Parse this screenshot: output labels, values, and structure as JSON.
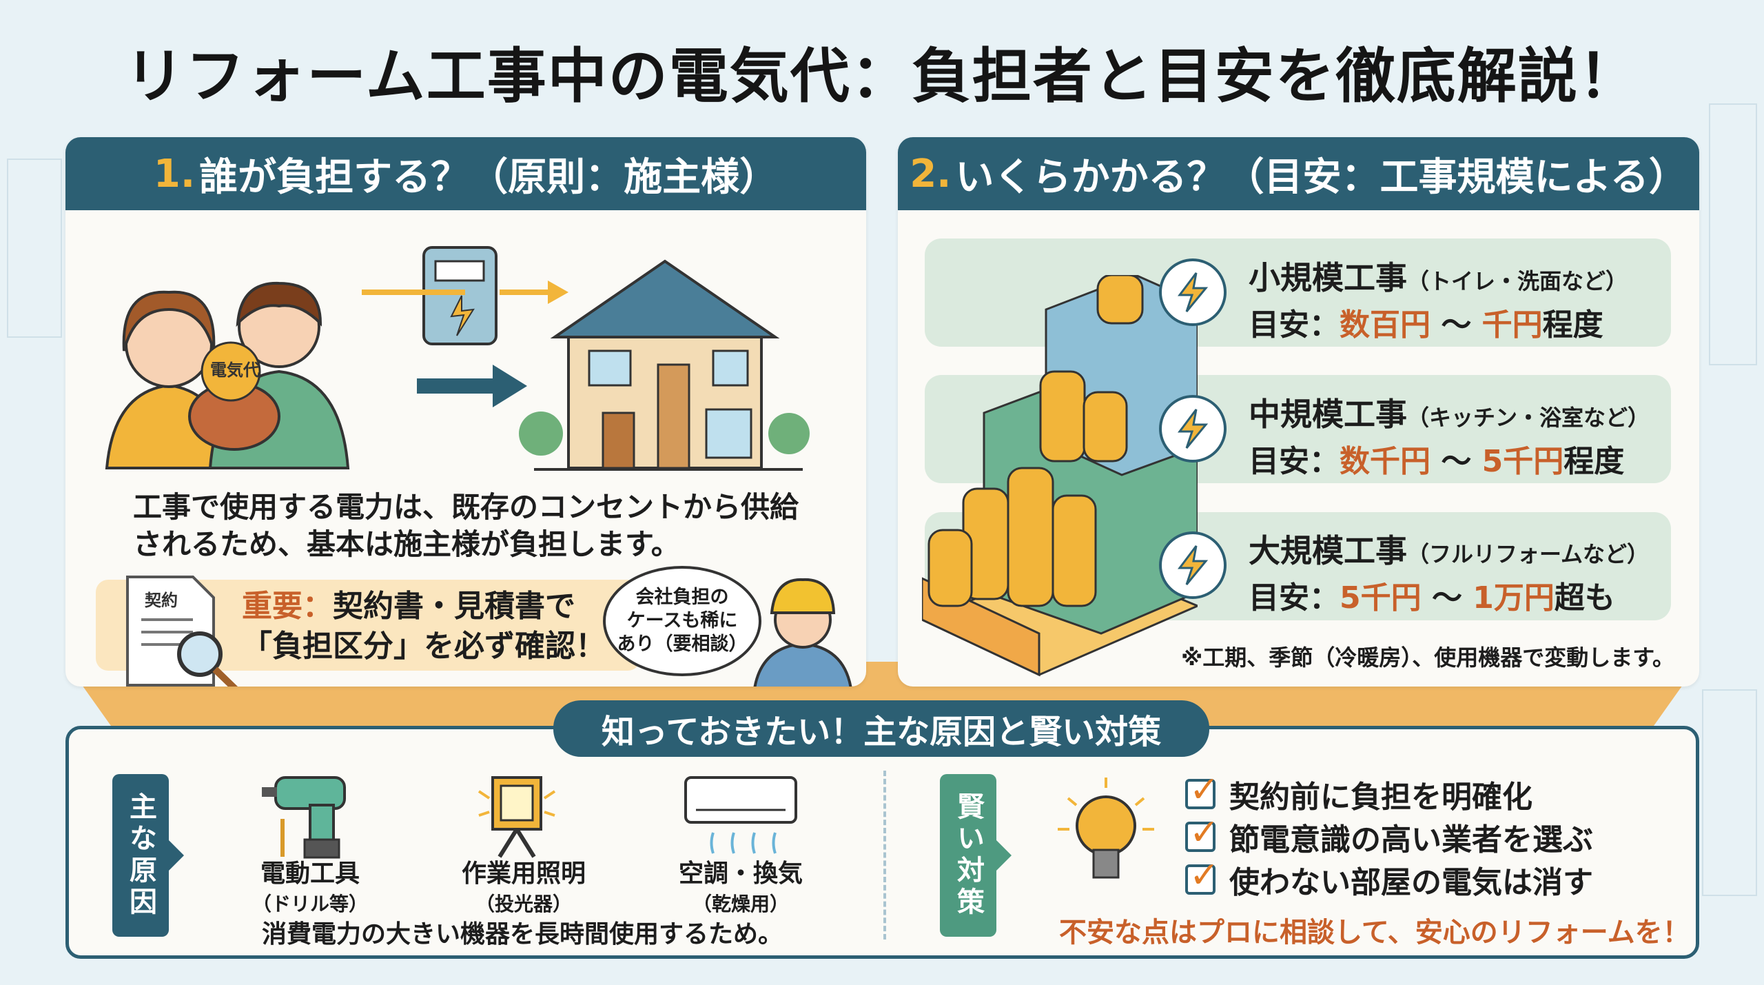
{
  "title": "リフォーム工事中の電気代：負担者と目安を徹底解説！",
  "left_panel": {
    "number": "1.",
    "heading": "誰が負担する？（原則：施主様）",
    "purse_label": "電気代",
    "body_lines": [
      "工事で使用する電力は、既存のコンセントから供給",
      "されるため、基本は施主様が負担します。"
    ],
    "document_label": "契約",
    "important_prefix": "重要：",
    "important_line1": "契約書・見積書で",
    "important_line2": "「負担区分」を必ず確認！",
    "bubble_lines": [
      "会社負担の",
      "ケースも稀に",
      "あり（要相談）"
    ]
  },
  "right_panel": {
    "number": "2.",
    "heading": "いくらかかる？（目安：工事規模による）",
    "rows": [
      {
        "title": "小規模工事",
        "example": "（トイレ・洗面など）",
        "prefix": "目安：",
        "a": "数百円",
        "sep": " ～ ",
        "b": "千円",
        "suffix": "程度"
      },
      {
        "title": "中規模工事",
        "example": "（キッチン・浴室など）",
        "prefix": "目安：",
        "a": "数千円",
        "sep": " ～ ",
        "b": "5千円",
        "suffix": "程度"
      },
      {
        "title": "大規模工事",
        "example": "（フルリフォームなど）",
        "prefix": "目安：",
        "a": "5千円",
        "sep": " ～ ",
        "b": "1万円",
        "suffix": "超も"
      }
    ],
    "note": "※工期、季節（冷暖房）、使用機器で変動します。"
  },
  "bottom": {
    "heading": "知っておきたい！主な原因と賢い対策",
    "causes_tab": "主な原因",
    "causes": [
      {
        "label": "電動工具",
        "sub": "（ドリル等）",
        "icon": "drill-icon"
      },
      {
        "label": "作業用照明",
        "sub": "（投光器）",
        "icon": "floodlight-icon"
      },
      {
        "label": "空調・換気",
        "sub": "（乾燥用）",
        "icon": "air-conditioner-icon"
      }
    ],
    "causes_summary": "消費電力の大きい機器を長時間使用するため。",
    "tips_tab": "賢い対策",
    "tips": [
      "契約前に負担を明確化",
      "節電意識の高い業者を選ぶ",
      "使わない部屋の電気は消す"
    ],
    "closing": "不安な点はプロに相談して、安心のリフォームを！"
  },
  "colors": {
    "header": "#2c5f73",
    "accent_yellow": "#f2b53a",
    "accent_orange": "#c8602a",
    "tips_green": "#4e9a80",
    "row_bg": "#dbeade",
    "background": "#e8f2f6"
  }
}
